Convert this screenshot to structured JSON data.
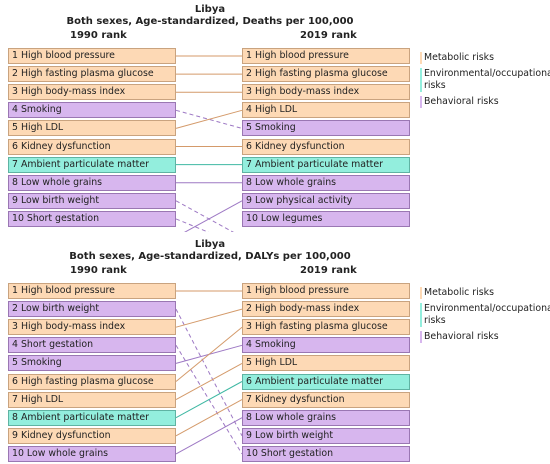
{
  "colors": {
    "metabolic": "#fdd9b5",
    "environmental": "#93eedd",
    "behavioral": "#d7b6ee",
    "line_metabolic": "#d49a6a",
    "line_environmental": "#3fb8a3",
    "line_behavioral": "#9d78c4"
  },
  "legend": [
    {
      "label": "Metabolic risks",
      "category": "metabolic"
    },
    {
      "label": "Environmental/occupational risks",
      "category": "environmental"
    },
    {
      "label": "Behavioral risks",
      "category": "behavioral"
    }
  ],
  "panels": [
    {
      "location": "Libya",
      "subtitle": "Both sexes, Age-standardized, Deaths per 100,000",
      "left_header": "1990 rank",
      "right_header": "2019 rank",
      "left": [
        {
          "label": "1 High blood pressure",
          "category": "metabolic"
        },
        {
          "label": "2 High fasting plasma glucose",
          "category": "metabolic"
        },
        {
          "label": "3 High body-mass index",
          "category": "metabolic"
        },
        {
          "label": "4 Smoking",
          "category": "behavioral"
        },
        {
          "label": "5 High LDL",
          "category": "metabolic"
        },
        {
          "label": "6 Kidney dysfunction",
          "category": "metabolic"
        },
        {
          "label": "7 Ambient particulate matter",
          "category": "environmental"
        },
        {
          "label": "8 Low whole grains",
          "category": "behavioral"
        },
        {
          "label": "9 Low birth weight",
          "category": "behavioral"
        },
        {
          "label": "10 Short gestation",
          "category": "behavioral"
        }
      ],
      "right": [
        {
          "label": "1 High blood pressure",
          "category": "metabolic"
        },
        {
          "label": "2 High fasting plasma glucose",
          "category": "metabolic"
        },
        {
          "label": "3 High body-mass index",
          "category": "metabolic"
        },
        {
          "label": "4 High LDL",
          "category": "metabolic"
        },
        {
          "label": "5 Smoking",
          "category": "behavioral"
        },
        {
          "label": "6 Kidney dysfunction",
          "category": "metabolic"
        },
        {
          "label": "7 Ambient particulate matter",
          "category": "environmental"
        },
        {
          "label": "8 Low whole grains",
          "category": "behavioral"
        },
        {
          "label": "9 Low physical activity",
          "category": "behavioral"
        },
        {
          "label": "10 Low legumes",
          "category": "behavioral"
        }
      ],
      "links": [
        {
          "from": 1,
          "to": 1,
          "category": "metabolic",
          "style": "solid"
        },
        {
          "from": 2,
          "to": 2,
          "category": "metabolic",
          "style": "solid"
        },
        {
          "from": 3,
          "to": 3,
          "category": "metabolic",
          "style": "solid"
        },
        {
          "from": 4,
          "to": 5,
          "category": "behavioral",
          "style": "dashed"
        },
        {
          "from": 5,
          "to": 4,
          "category": "metabolic",
          "style": "solid"
        },
        {
          "from": 6,
          "to": 6,
          "category": "metabolic",
          "style": "solid"
        },
        {
          "from": 7,
          "to": 7,
          "category": "environmental",
          "style": "solid"
        },
        {
          "from": 8,
          "to": 8,
          "category": "behavioral",
          "style": "solid"
        },
        {
          "from": 9,
          "to": 11,
          "category": "behavioral",
          "style": "dashed"
        },
        {
          "from": 10,
          "to": 11.5,
          "category": "behavioral",
          "style": "dashed"
        },
        {
          "from": 11,
          "to": 9,
          "category": "behavioral",
          "style": "solid"
        }
      ]
    },
    {
      "location": "Libya",
      "subtitle": "Both sexes, Age-standardized, DALYs per 100,000",
      "left_header": "1990 rank",
      "right_header": "2019 rank",
      "left": [
        {
          "label": "1 High blood pressure",
          "category": "metabolic"
        },
        {
          "label": "2 Low birth weight",
          "category": "behavioral"
        },
        {
          "label": "3 High body-mass index",
          "category": "metabolic"
        },
        {
          "label": "4 Short gestation",
          "category": "behavioral"
        },
        {
          "label": "5 Smoking",
          "category": "behavioral"
        },
        {
          "label": "6 High fasting plasma glucose",
          "category": "metabolic"
        },
        {
          "label": "7 High LDL",
          "category": "metabolic"
        },
        {
          "label": "8 Ambient particulate matter",
          "category": "environmental"
        },
        {
          "label": "9 Kidney dysfunction",
          "category": "metabolic"
        },
        {
          "label": "10 Low whole grains",
          "category": "behavioral"
        }
      ],
      "right": [
        {
          "label": "1 High blood pressure",
          "category": "metabolic"
        },
        {
          "label": "2 High body-mass index",
          "category": "metabolic"
        },
        {
          "label": "3 High fasting plasma glucose",
          "category": "metabolic"
        },
        {
          "label": "4 Smoking",
          "category": "behavioral"
        },
        {
          "label": "5 High LDL",
          "category": "metabolic"
        },
        {
          "label": "6 Ambient particulate matter",
          "category": "environmental"
        },
        {
          "label": "7 Kidney dysfunction",
          "category": "metabolic"
        },
        {
          "label": "8 Low whole grains",
          "category": "behavioral"
        },
        {
          "label": "9 Low birth weight",
          "category": "behavioral"
        },
        {
          "label": "10 Short gestation",
          "category": "behavioral"
        }
      ],
      "links": [
        {
          "from": 1,
          "to": 1,
          "category": "metabolic",
          "style": "solid"
        },
        {
          "from": 2,
          "to": 9,
          "category": "behavioral",
          "style": "dashed"
        },
        {
          "from": 3,
          "to": 2,
          "category": "metabolic",
          "style": "solid"
        },
        {
          "from": 4,
          "to": 10,
          "category": "behavioral",
          "style": "dashed"
        },
        {
          "from": 5,
          "to": 4,
          "category": "behavioral",
          "style": "solid"
        },
        {
          "from": 6,
          "to": 3,
          "category": "metabolic",
          "style": "solid"
        },
        {
          "from": 7,
          "to": 5,
          "category": "metabolic",
          "style": "solid"
        },
        {
          "from": 8,
          "to": 6,
          "category": "environmental",
          "style": "solid"
        },
        {
          "from": 9,
          "to": 7,
          "category": "metabolic",
          "style": "solid"
        },
        {
          "from": 10,
          "to": 8,
          "category": "behavioral",
          "style": "solid"
        }
      ]
    }
  ]
}
